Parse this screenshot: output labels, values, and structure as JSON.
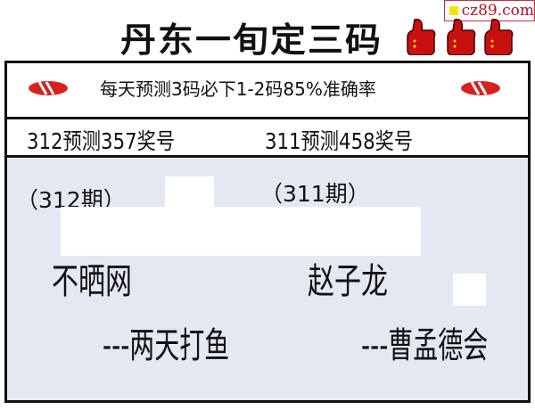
{
  "watermark": "cz89.com",
  "title": "丹东一旬定三码",
  "slogan": "每天预测3码必下1-2码85%准确率",
  "results": [
    {
      "label": "312预测357奖号"
    },
    {
      "label": "311预测458奖号"
    }
  ],
  "issues": [
    {
      "period": "（312期）",
      "riddle": "不晒网",
      "answer": "---两天打鱼"
    },
    {
      "period": "（311期）",
      "riddle": "赵子龙",
      "answer": "---曹孟德会"
    }
  ],
  "colors": {
    "accent": "#d01818",
    "panel": "#e3e8f2"
  }
}
